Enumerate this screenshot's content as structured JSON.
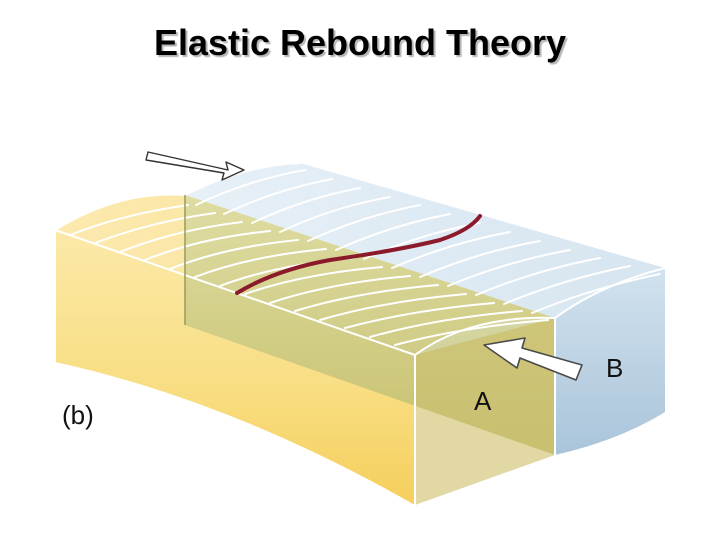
{
  "slide": {
    "title": "Elastic Rebound Theory"
  },
  "diagram": {
    "panel_label": "(b)",
    "block_a_label": "A",
    "block_b_label": "B",
    "colors": {
      "block_a": "#f7d26a",
      "block_b": "#bfd5e6",
      "fault_line": "#8b1a2b",
      "arrow_fill": "#ffffff",
      "arrow_stroke": "#4a4a4a"
    }
  }
}
